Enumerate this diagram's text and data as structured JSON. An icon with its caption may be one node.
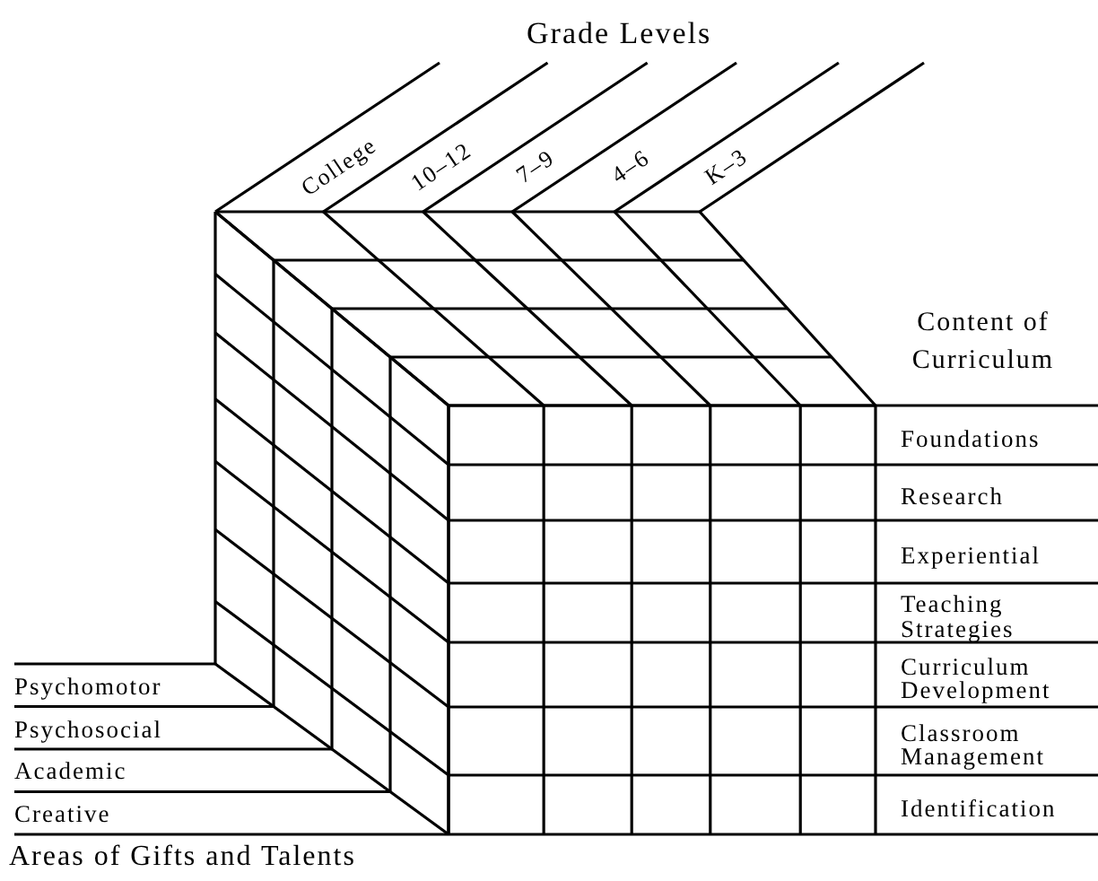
{
  "diagram": {
    "labels": [
      "Grade Levels",
      "College",
      "10–12",
      "7–9",
      "4–6",
      "K–3",
      "Content of Curriculum",
      "Foundations",
      "Research",
      "Experiential",
      "Teaching Strategies",
      "Curriculum Development",
      "Classroom Management",
      "Identification",
      "Psychomotor",
      "Psychosocial",
      "Academic",
      "Creative",
      "Areas of Gifts and Talents"
    ]
  }
}
